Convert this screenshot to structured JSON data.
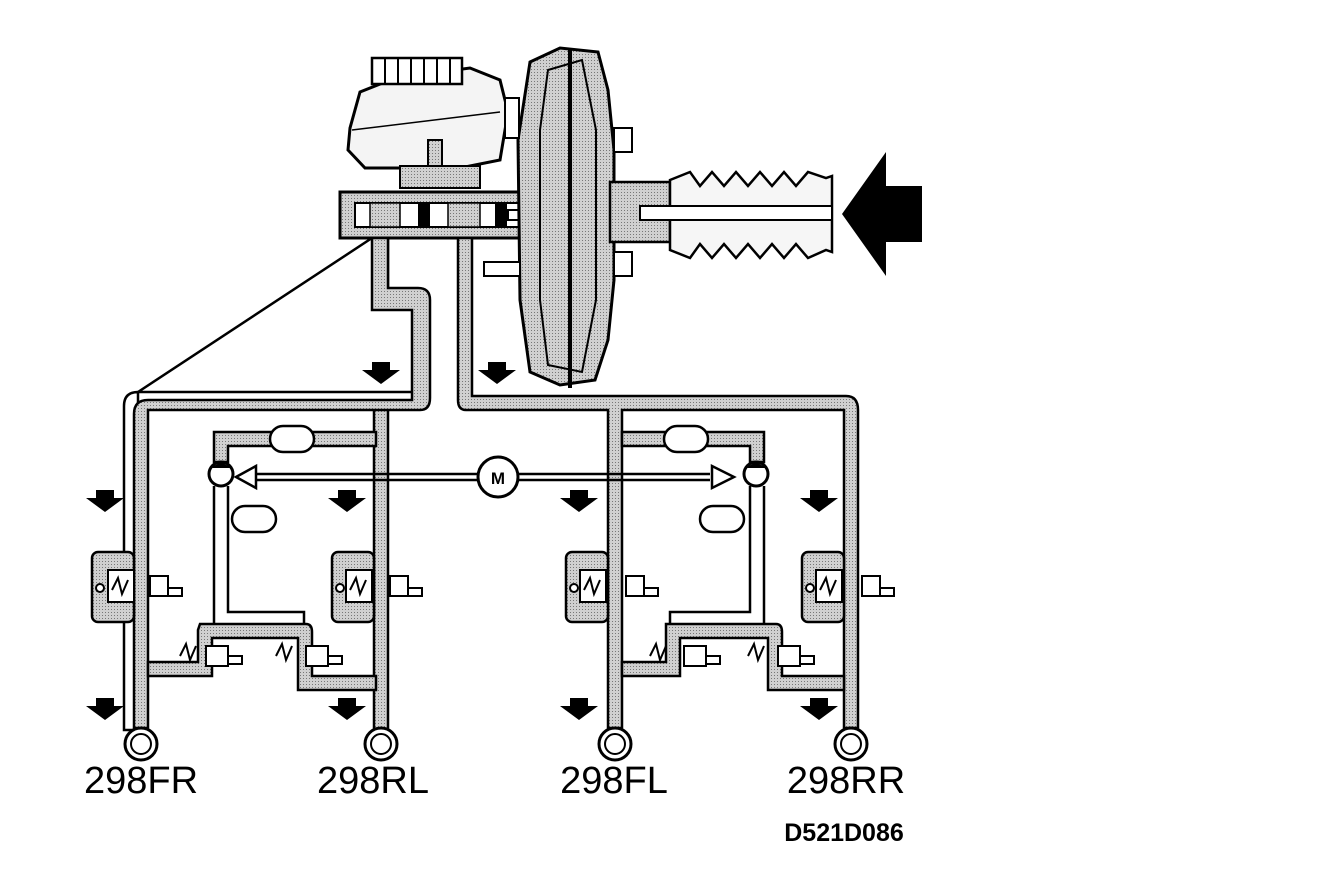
{
  "diagram": {
    "motor_label": "M",
    "wheel_labels": {
      "fr": "298FR",
      "rl": "298RL",
      "fl": "298FL",
      "rr": "298RR"
    },
    "figure_code": "D521D086",
    "colors": {
      "ink": "#000000",
      "pipe_fill": "#b8b8b8",
      "background": "#ffffff"
    }
  }
}
